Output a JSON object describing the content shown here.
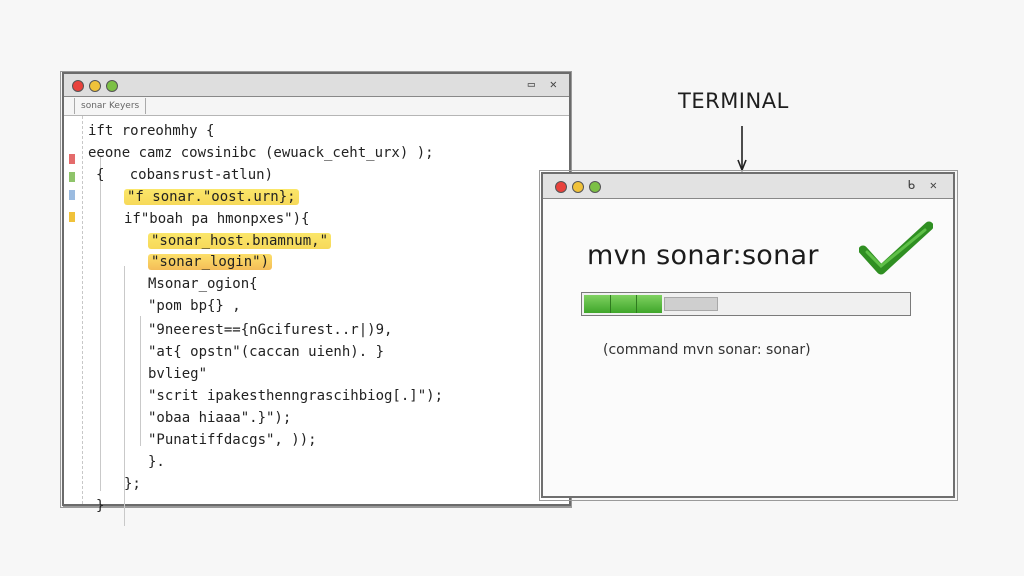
{
  "editor": {
    "tab_label": "sonar Keyers",
    "window_buttons": [
      "▭",
      "✕"
    ],
    "lines": [
      {
        "text": "ift roreohmhy {"
      },
      {
        "text": "eeone camz cowsinibc (ewuack_ceht_urx) );"
      },
      {
        "text": "{   cobansrust-atlun)"
      },
      {
        "text": "\"f sonar.\"oost.urn};",
        "highlight": "yellow"
      },
      {
        "text": "if\"boah pa hmonpxes\"){"
      },
      {
        "text": "\"sonar_host.bnamnum,\"",
        "highlight": "yellow"
      },
      {
        "text": "\"sonar_login\")",
        "highlight": "orange"
      },
      {
        "text": "Msonar_ogion{"
      },
      {
        "text": "\"pom bp{} ,"
      },
      {
        "text": "\"9neerest=={nGcifurest..r|)9,"
      },
      {
        "text": "\"at{ opstn\"(caccan uienh). }"
      },
      {
        "text": "bvlieg\""
      },
      {
        "text": "\"scrit ipakesthenngrascihbiog[.]\");"
      },
      {
        "text": "\"obaa hiaaa\".}\");"
      },
      {
        "text": "\"Punatiffdacgs\", ));"
      },
      {
        "text": "}."
      },
      {
        "text": "};"
      },
      {
        "text": "}"
      }
    ]
  },
  "terminal": {
    "window_buttons": [
      "ᑲ",
      "✕"
    ],
    "command": "mvn sonar:sonar",
    "caption": "(command mvn sonar: sonar)",
    "progress": 0.24,
    "success_icon": "checkmark-icon"
  },
  "annotation": {
    "label": "TERMINAL"
  },
  "colors": {
    "highlight_yellow": "#f5d23c",
    "highlight_orange": "#f3b646",
    "progress_green": "#3fa62a",
    "check_green": "#3aa02a"
  }
}
